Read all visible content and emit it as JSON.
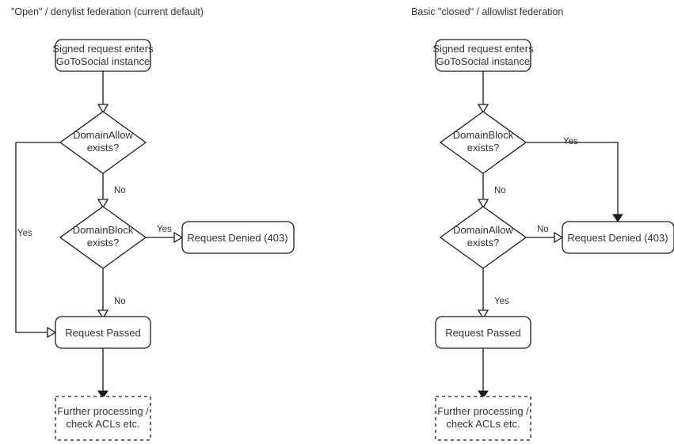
{
  "diagram": {
    "type": "flowchart",
    "background": "#ffffff",
    "stroke_color": "#1a1a1a",
    "text_color": "#333333",
    "columns": [
      {
        "id": "open-denylist",
        "title": "\"Open\" / denylist federation (current default)",
        "nodes": [
          {
            "id": "entry",
            "shape": "rounded-rect",
            "line1": "Signed request enters",
            "line2": "GoToSocial instance"
          },
          {
            "id": "domain-allow",
            "shape": "diamond",
            "line1": "DomainAllow",
            "line2": "exists?"
          },
          {
            "id": "domain-block",
            "shape": "diamond",
            "line1": "DomainBlock",
            "line2": "exists?"
          },
          {
            "id": "denied",
            "shape": "rounded-rect",
            "line1": "Request Denied (403)",
            "line2": ""
          },
          {
            "id": "passed",
            "shape": "rounded-rect",
            "line1": "Request Passed",
            "line2": ""
          },
          {
            "id": "further",
            "shape": "dashed-rect",
            "line1": "Further processing /",
            "line2": "check ACLs etc."
          }
        ],
        "edges": [
          {
            "from": "entry",
            "to": "domain-allow",
            "label": ""
          },
          {
            "from": "domain-allow",
            "to": "passed",
            "label": "Yes"
          },
          {
            "from": "domain-allow",
            "to": "domain-block",
            "label": "No"
          },
          {
            "from": "domain-block",
            "to": "denied",
            "label": "Yes"
          },
          {
            "from": "domain-block",
            "to": "passed",
            "label": "No"
          },
          {
            "from": "passed",
            "to": "further",
            "label": ""
          }
        ]
      },
      {
        "id": "closed-allowlist",
        "title": "Basic \"closed\" / allowlist federation",
        "nodes": [
          {
            "id": "entry",
            "shape": "rounded-rect",
            "line1": "Signed request enters",
            "line2": "GoToSocial instance"
          },
          {
            "id": "domain-block",
            "shape": "diamond",
            "line1": "DomainBlock",
            "line2": "exists?"
          },
          {
            "id": "domain-allow",
            "shape": "diamond",
            "line1": "DomainAllow",
            "line2": "exists?"
          },
          {
            "id": "denied",
            "shape": "rounded-rect",
            "line1": "Request Denied (403)",
            "line2": ""
          },
          {
            "id": "passed",
            "shape": "rounded-rect",
            "line1": "Request Passed",
            "line2": ""
          },
          {
            "id": "further",
            "shape": "dashed-rect",
            "line1": "Further processing /",
            "line2": "check ACLs etc."
          }
        ],
        "edges": [
          {
            "from": "entry",
            "to": "domain-block",
            "label": ""
          },
          {
            "from": "domain-block",
            "to": "denied",
            "label": "Yes"
          },
          {
            "from": "domain-block",
            "to": "domain-allow",
            "label": "No"
          },
          {
            "from": "domain-allow",
            "to": "denied",
            "label": "No"
          },
          {
            "from": "domain-allow",
            "to": "passed",
            "label": "Yes"
          },
          {
            "from": "passed",
            "to": "further",
            "label": ""
          }
        ]
      }
    ]
  }
}
